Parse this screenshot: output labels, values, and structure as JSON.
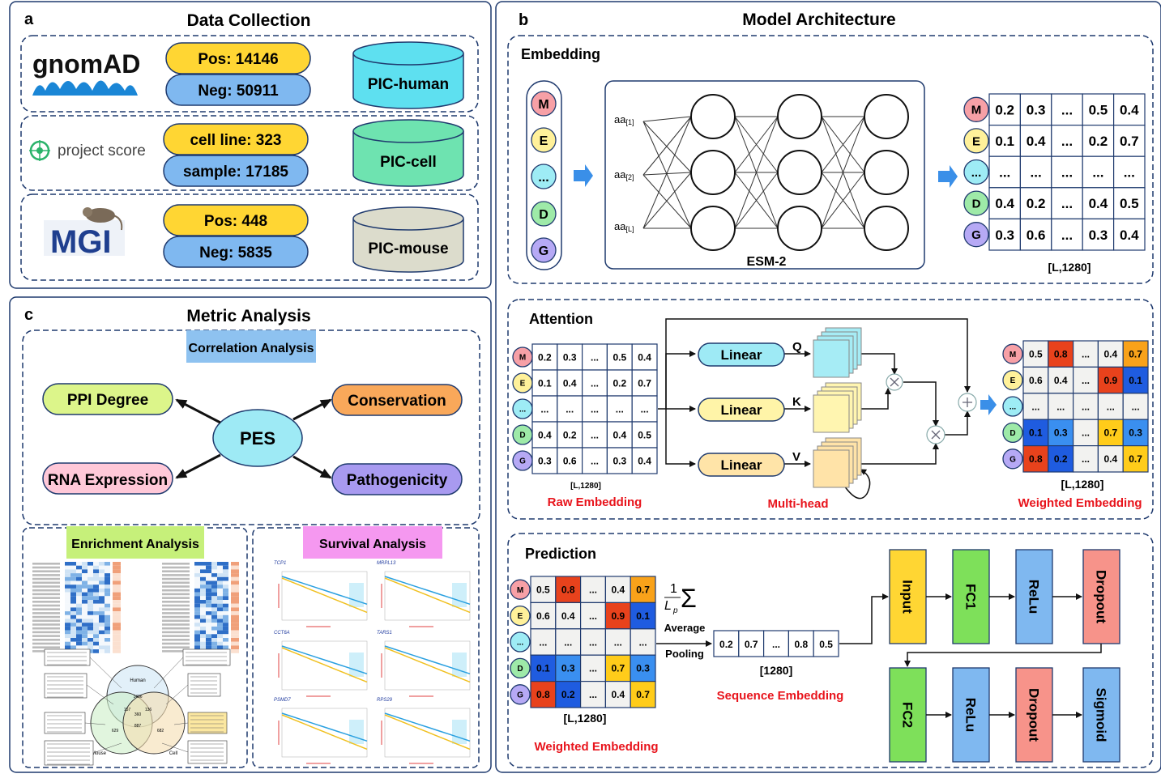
{
  "panel_a": {
    "letter": "a",
    "title": "Data Collection",
    "rows": [
      {
        "source": "gnomAD",
        "box1": "Pos: 14146",
        "box2": "Neg: 50911",
        "db": "PIC-human",
        "db_color": "#5ee0f0"
      },
      {
        "source": "project score",
        "box1": "cell line: 323",
        "box2": "sample: 17185",
        "db": "PIC-cell",
        "db_color": "#6ee3b0"
      },
      {
        "source": "MGI",
        "box1": "Pos: 448",
        "box2": "Neg: 5835",
        "db": "PIC-mouse",
        "db_color": "#dcdccc"
      }
    ]
  },
  "panel_b": {
    "letter": "b",
    "title": "Model Architecture",
    "embedding": {
      "title": "Embedding",
      "residues": [
        "M",
        "E",
        "...",
        "D",
        "G"
      ],
      "aa_labels": [
        "aa",
        "aa",
        "aa"
      ],
      "aa_subs": [
        "[1]",
        "[2]",
        "[L]"
      ],
      "network_label": "ESM-2",
      "matrix": [
        [
          "0.2",
          "0.3",
          "...",
          "0.5",
          "0.4"
        ],
        [
          "0.1",
          "0.4",
          "...",
          "0.2",
          "0.7"
        ],
        [
          "...",
          "...",
          "...",
          "...",
          "..."
        ],
        [
          "0.4",
          "0.2",
          "...",
          "0.4",
          "0.5"
        ],
        [
          "0.3",
          "0.6",
          "...",
          "0.3",
          "0.4"
        ]
      ],
      "shape": "[L,1280]"
    },
    "attention": {
      "title": "Attention",
      "raw_shape": "[L,1280]",
      "raw_label": "Raw Embedding",
      "linear": [
        "Linear",
        "Linear",
        "Linear"
      ],
      "qkv": [
        "Q",
        "K",
        "V"
      ],
      "multihead_label": "Multi-head",
      "weighted_matrix": [
        [
          "0.5",
          "0.8",
          "...",
          "0.4",
          "0.7"
        ],
        [
          "0.6",
          "0.4",
          "...",
          "0.9",
          "0.1"
        ],
        [
          "...",
          "...",
          "...",
          "...",
          "..."
        ],
        [
          "0.1",
          "0.3",
          "...",
          "0.7",
          "0.3"
        ],
        [
          "0.8",
          "0.2",
          "...",
          "0.4",
          "0.7"
        ]
      ],
      "weighted_shape": "[L,1280]",
      "weighted_label": "Weighted Embedding"
    },
    "prediction": {
      "title": "Prediction",
      "formula_num": "1",
      "formula_den": "L",
      "formula_sub": "p",
      "sigma": "Σ",
      "pool_label_1": "Average",
      "pool_label_2": "Pooling",
      "seq_values": [
        "0.2",
        "0.7",
        "...",
        "0.8",
        "0.5"
      ],
      "seq_shape": "[1280]",
      "seq_label": "Sequence Embedding",
      "matrix_shape": "[L,1280]",
      "matrix_label": "Weighted Embedding",
      "layers_top": [
        "Input",
        "FC1",
        "ReLu",
        "Dropout"
      ],
      "layers_bottom": [
        "FC2",
        "ReLu",
        "Dropout",
        "Sigmoid"
      ]
    }
  },
  "panel_c": {
    "letter": "c",
    "title": "Metric Analysis",
    "correlation_title": "Correlation Analysis",
    "center": "PES",
    "nodes": [
      "PPI Degree",
      "Conservation",
      "RNA Expression",
      "Pathogenicity"
    ],
    "enrichment_title": "Enrichment Analysis",
    "survival_title": "Survival Analysis",
    "venn_labels": [
      "Human",
      "Mouse",
      "Cell"
    ],
    "venn_values": [
      "1486",
      "629",
      "682",
      "157",
      "136",
      "360",
      "887"
    ],
    "km_titles": [
      "TCP1",
      "MRPL13",
      "CCT6A",
      "TARS1",
      "PSMD7",
      "RPS29"
    ]
  },
  "colors": {
    "yellow": "#ffd633",
    "blue": "#7fb8f0",
    "border": "#1f3a6e",
    "red_label": "#e8141c",
    "green_node": "#dcf58a",
    "orange_node": "#f9a85a",
    "pink_node": "#ffc8d8",
    "purple_node": "#a89af0",
    "pes_node": "#9eeaf5",
    "corr_box": "#8ec2f0",
    "enrich_box": "#c6f07a",
    "surv_box": "#f598f0"
  },
  "residue_colors": {
    "M": "#f7a0a6",
    "E": "#fff19a",
    "...": "#9eecf5",
    "D": "#9eeaa8",
    "G": "#b6a9f5"
  }
}
